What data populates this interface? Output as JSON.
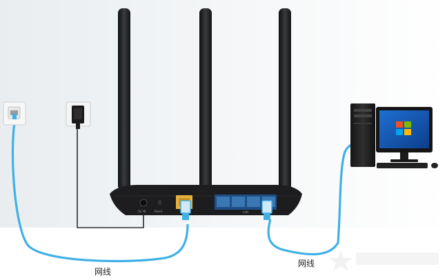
{
  "labels": {
    "cable_left": "网线",
    "cable_right": "网线",
    "port_dc": "DC IN",
    "port_reset": "Reset",
    "port_lan": "LAN"
  },
  "colors": {
    "background": "#ffffff",
    "cable_blue": "#3fb0e6",
    "router_body": "#1d1d1f",
    "antenna": "#1f2022",
    "wan_port": "#e8b23a",
    "lan_port": "#3a78b3",
    "power_cord": "#2a2a2a"
  },
  "icons": {
    "wall_jack": "ethernet-wall-socket-icon",
    "power_socket": "power-outlet-icon",
    "router": "wireless-router-icon",
    "computer": "desktop-computer-icon",
    "watermark": "star-watermark-icon"
  }
}
